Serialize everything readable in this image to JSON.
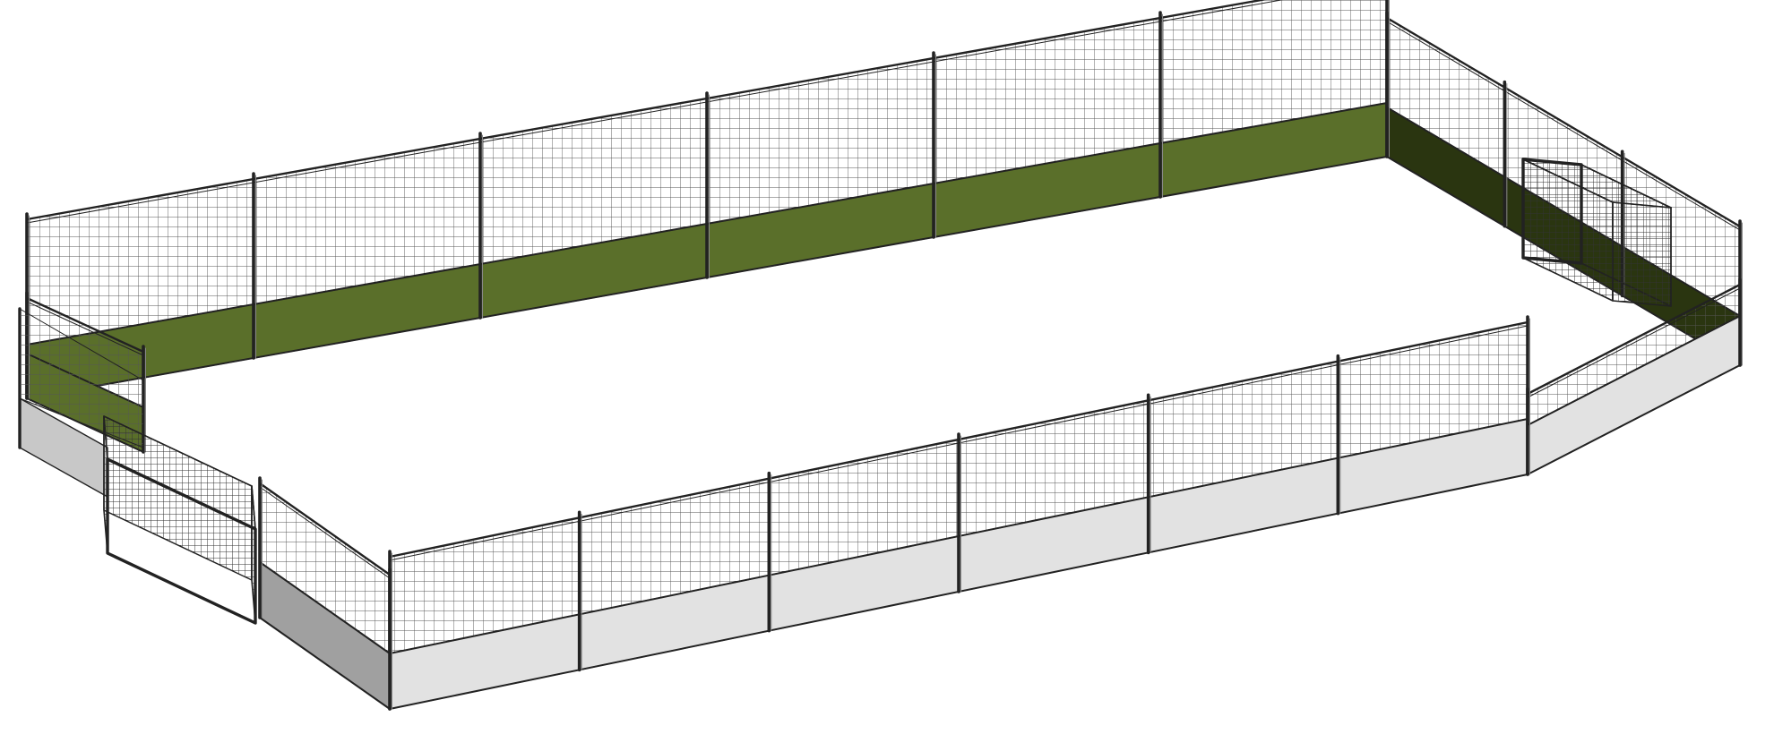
{
  "drawing": {
    "subject": "",
    "colors": {
      "background": "#ffffff",
      "turf_board": "#5a6f2a",
      "turf_board_shadow": "#2a3510",
      "board_light": "#e2e2e2",
      "board_shade": "#c8c8c8",
      "board_side": "#a0a0a0",
      "line": "#222222",
      "mesh": "#555555"
    },
    "icons": [
      "goal-cage",
      "fence-panel",
      "fence-post"
    ]
  }
}
